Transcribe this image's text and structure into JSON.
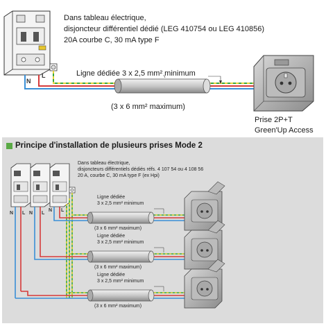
{
  "top": {
    "desc_lines": [
      "Dans tableau électrique,",
      "disjoncteur différentiel dédié (LEG 410754 ou LEG 410856)",
      "20A courbe C, 30 mA type F"
    ],
    "line_label": "Ligne dédiée 3 x 2,5 mm² minimum",
    "max_label": "(3 x 6 mm² maximum)",
    "socket_lines": [
      "Prise 2P+T",
      "Green'Up Access"
    ],
    "wire_n": "N",
    "wire_l": "L"
  },
  "section": {
    "title": "Principe d'installation de plusieurs prises Mode 2",
    "desc_lines": [
      "Dans tableau électrique,",
      "disjoncteurs différentiels dédiés réfs. 4 107 54 ou 4 108 56",
      "20 A, courbe C, 30 mA type F (ex Hpi)"
    ],
    "runs": [
      {
        "label1": "Ligne dédiée",
        "label2": "3 x 2,5 mm² minimum",
        "max": "(3 x 6 mm² maximum)"
      },
      {
        "label1": "Ligne dédiée",
        "label2": "3 x 2,5 mm² minimum",
        "max": "(3 x 6 mm² maximum)"
      },
      {
        "label1": "Ligne dédiée",
        "label2": "3 x 2,5 mm² minimum",
        "max": "(3 x 6 mm² maximum)"
      }
    ],
    "wire_labels": [
      "N",
      "L",
      "N",
      "L",
      "N",
      "L"
    ]
  },
  "colors": {
    "neutral_wire": "#3a8fd6",
    "live_wire": "#d63a3a",
    "earth_green": "#3aa83a",
    "earth_yellow": "#e6d23a",
    "section_marker": "#5aaa45",
    "section_bg": "#dcdcdc"
  }
}
